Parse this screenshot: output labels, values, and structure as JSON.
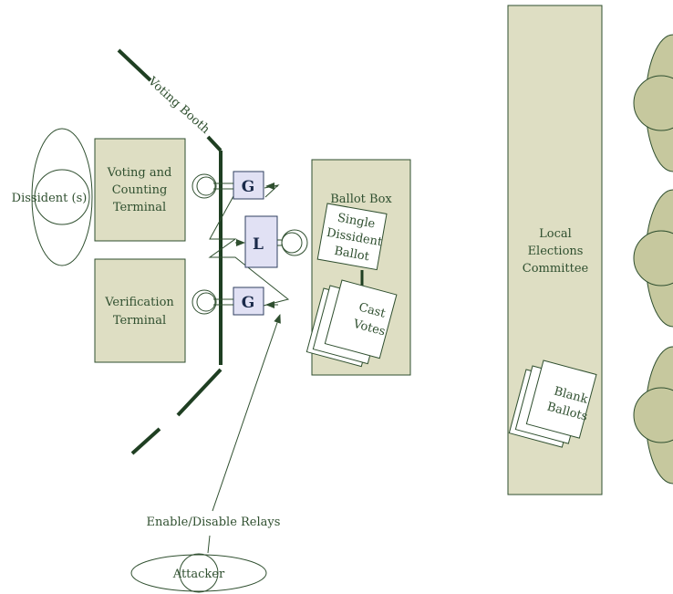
{
  "labels": {
    "voting_booth": "Voting Booth",
    "dissidents": "Dissident (s)",
    "voting_terminal_1": "Voting and",
    "voting_terminal_2": "Counting",
    "voting_terminal_3": "Terminal",
    "verification_1": "Verification",
    "verification_2": "Terminal",
    "relay_g_top": "G",
    "relay_l": "L",
    "relay_g_bottom": "G",
    "ballot_box": "Ballot Box",
    "single_1": "Single",
    "single_2": "Dissident",
    "single_3": "Ballot",
    "cast_1": "Cast",
    "cast_2": "Votes",
    "committee_1": "Local",
    "committee_2": "Elections",
    "committee_3": "Committee",
    "blank_1": "Blank",
    "blank_2": "Ballots",
    "relays_caption": "Enable/Disable Relays",
    "attacker": "Attacker"
  }
}
